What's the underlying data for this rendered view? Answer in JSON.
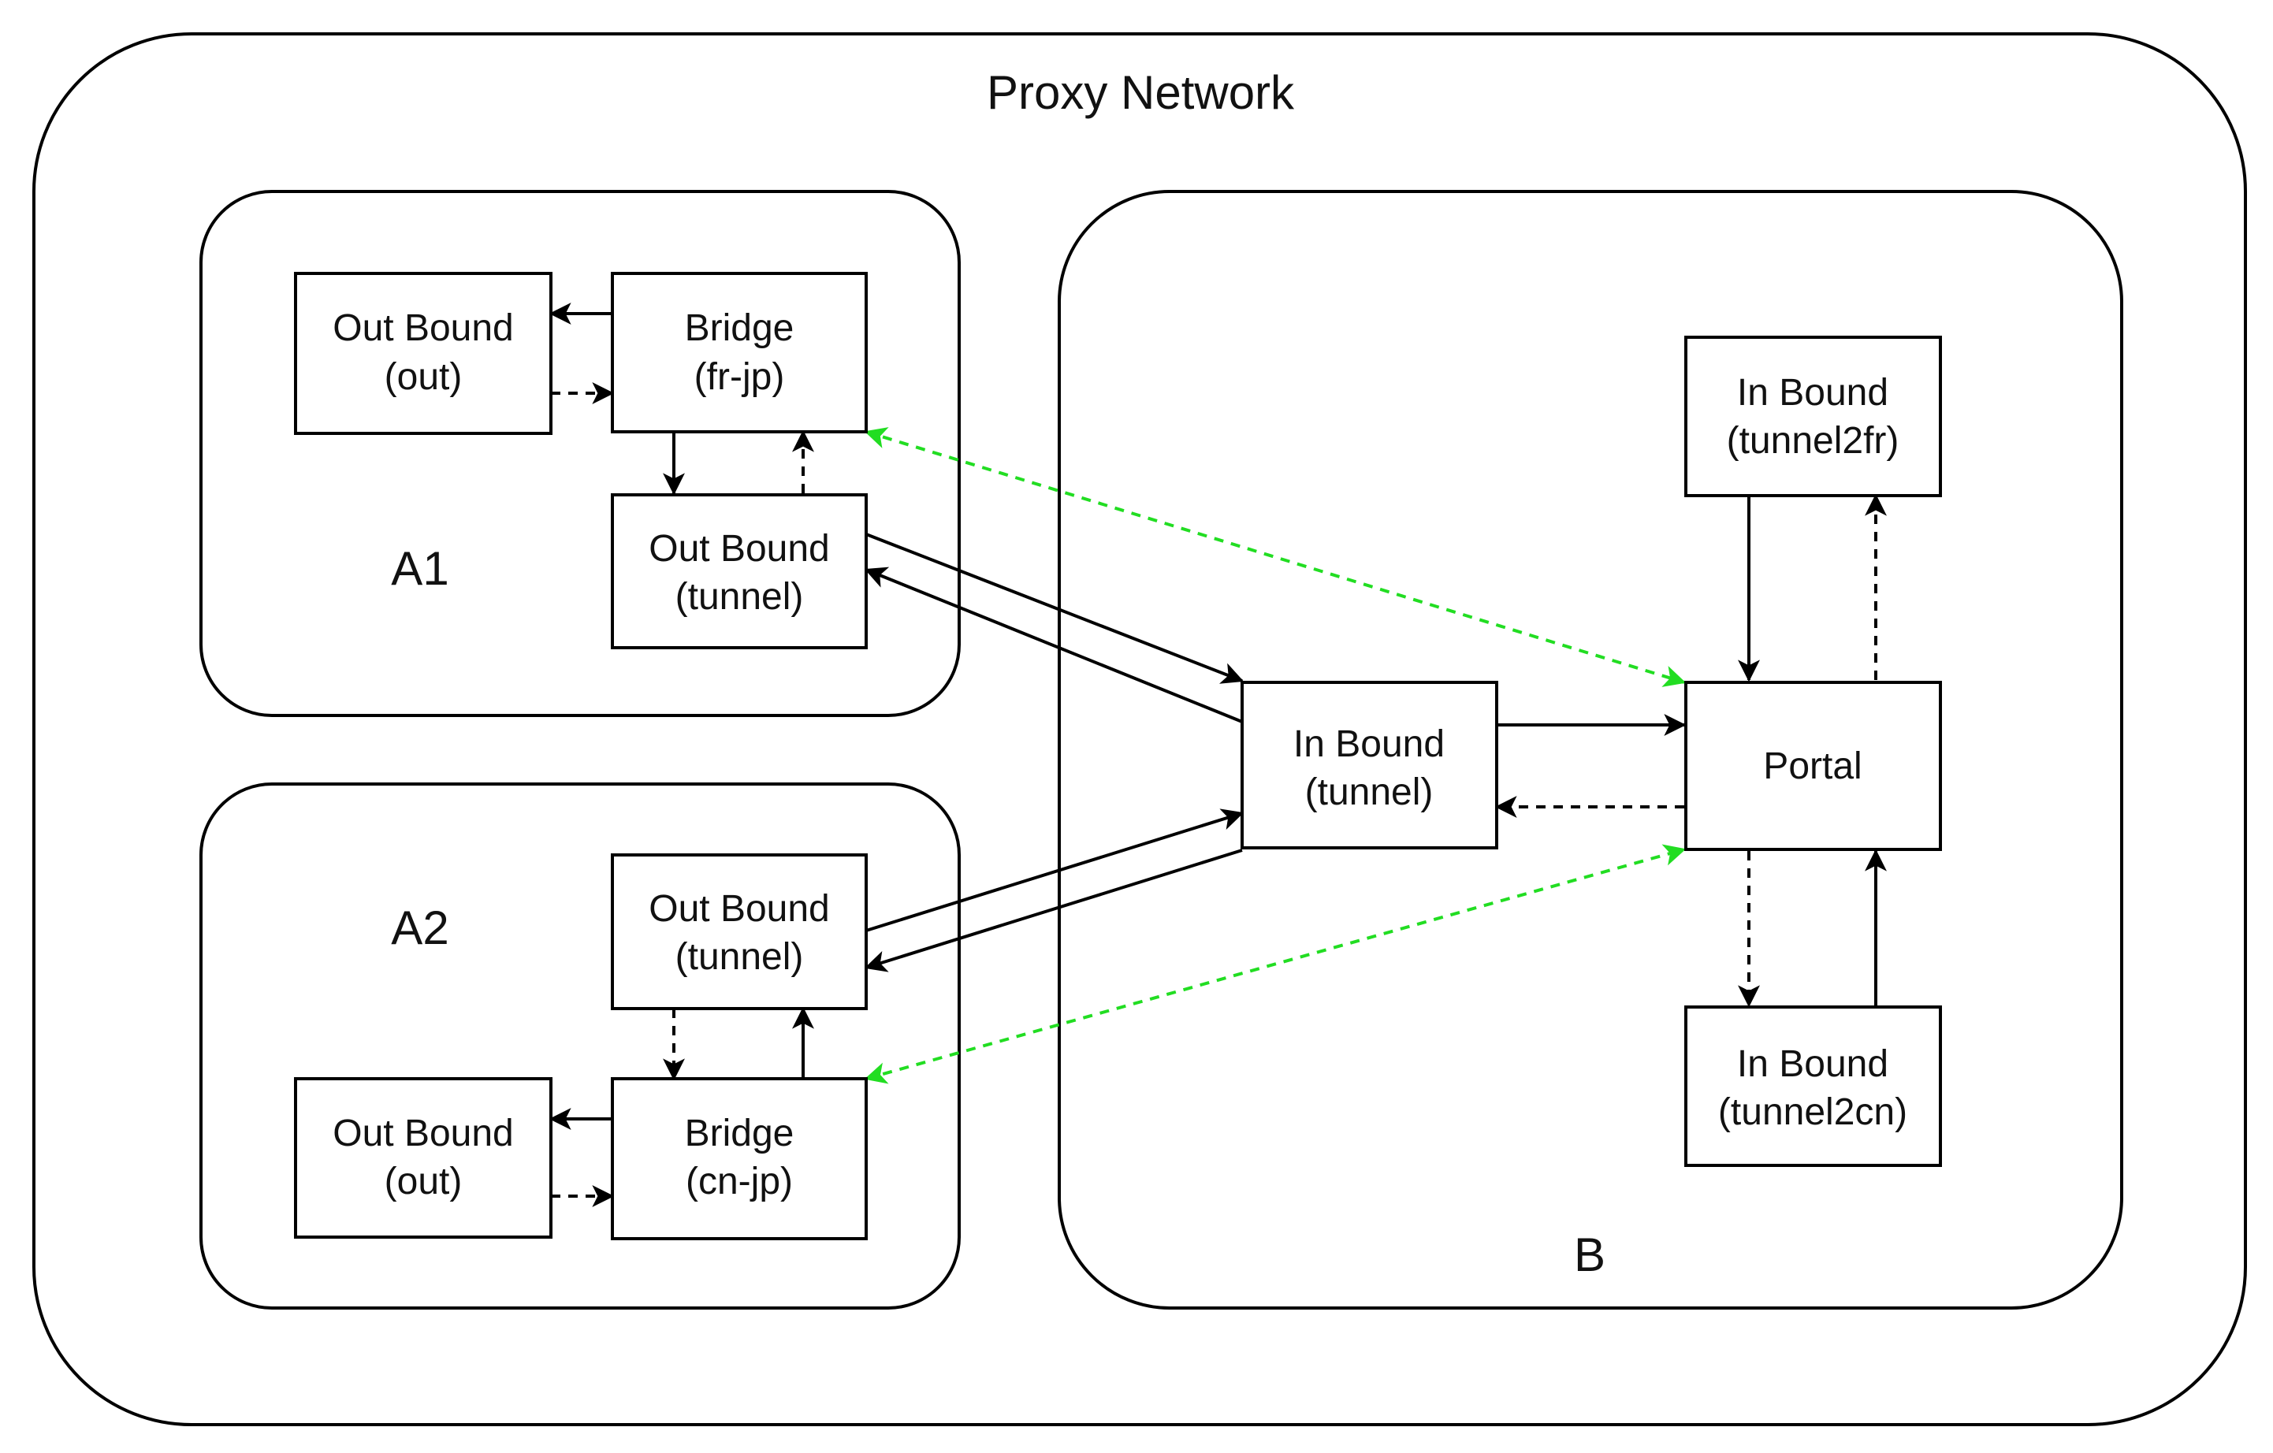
{
  "colors": {
    "line": "#000000",
    "link": "#22DD22"
  },
  "network": {
    "title": "Proxy Network"
  },
  "groups": {
    "a1": {
      "label": "A1"
    },
    "a2": {
      "label": "A2"
    },
    "b": {
      "label": "B"
    }
  },
  "nodes": {
    "a1_out": {
      "line1": "Out Bound",
      "line2": "(out)"
    },
    "a1_bridge": {
      "line1": "Bridge",
      "line2": "(fr-jp)"
    },
    "a1_tunnel": {
      "line1": "Out Bound",
      "line2": "(tunnel)"
    },
    "a2_tunnel": {
      "line1": "Out Bound",
      "line2": "(tunnel)"
    },
    "a2_out": {
      "line1": "Out Bound",
      "line2": "(out)"
    },
    "a2_bridge": {
      "line1": "Bridge",
      "line2": "(cn-jp)"
    },
    "b_inbound": {
      "line1": "In Bound",
      "line2": "(tunnel)"
    },
    "b_portal": {
      "line1": "Portal",
      "line2": ""
    },
    "b_tunnel2fr": {
      "line1": "In Bound",
      "line2": "(tunnel2fr)"
    },
    "b_tunnel2cn": {
      "line1": "In Bound",
      "line2": "(tunnel2cn)"
    }
  }
}
